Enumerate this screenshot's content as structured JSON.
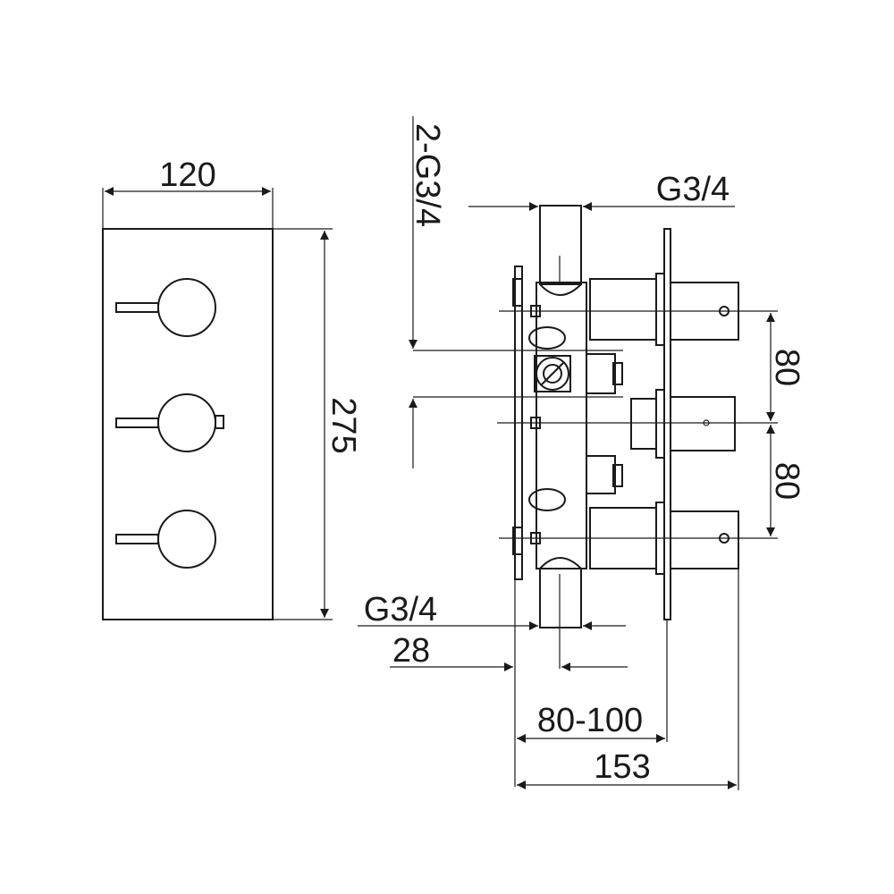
{
  "front_view": {
    "width_label": "120",
    "height_label": "275"
  },
  "side_view": {
    "top_inlet_label": "2-G3/4",
    "top_outlet_label": "G3/4",
    "spacing_upper_label": "80",
    "spacing_lower_label": "80",
    "bottom_outlet_label": "G3/4",
    "offset_label": "28",
    "wall_depth_label": "80-100",
    "total_depth_label": "153"
  }
}
